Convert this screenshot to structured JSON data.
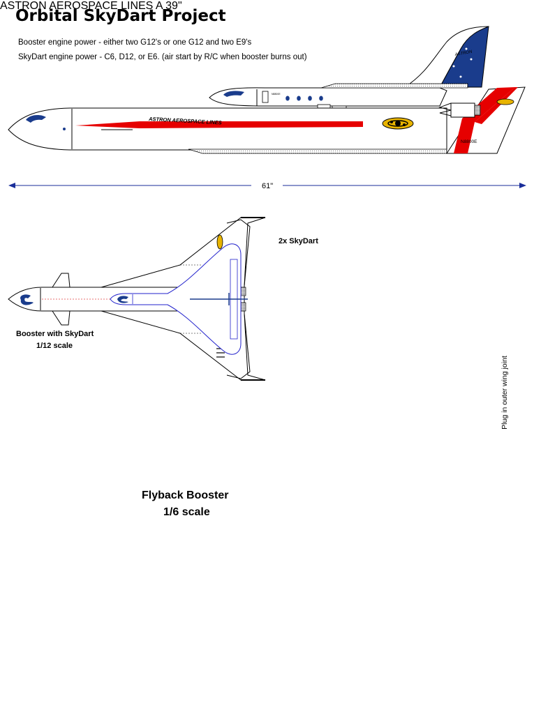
{
  "title": "Orbital SkyDart Project",
  "notes": {
    "booster_power": "Booster engine power - either two G12's or one G12 and two E9's",
    "skydart_power": "SkyDart engine power - C6, D12, or E6. (air start by R/C when booster burns out)"
  },
  "dimensions": {
    "length": "61\"",
    "span": "39\""
  },
  "labels": {
    "booster_with_skydart_line1": "Booster with SkyDart",
    "booster_with_skydart_line2": "1/12 scale",
    "two_skydart": "2x SkyDart",
    "flyback_booster_line1": "Flyback Booster",
    "flyback_booster_line2": "1/6 scale",
    "plug_note": "Plug in outer wing joint"
  },
  "livery": {
    "airline_name": "ASTRON AEROSPACE LINES",
    "wing_name_line1": "ASTRON",
    "wing_name_line2": "AEROSPACE",
    "wing_name_line3": "LINES",
    "registration": "N8800E",
    "tail_logo": "ASTRON"
  },
  "colors": {
    "stripe_red": "#e60000",
    "tail_blue": "#1a3c8c",
    "outline_blue": "#2222cc",
    "dim_blue": "#1a2e9a",
    "centerline_red": "#e04040",
    "logo_gold": "#e8b400"
  }
}
